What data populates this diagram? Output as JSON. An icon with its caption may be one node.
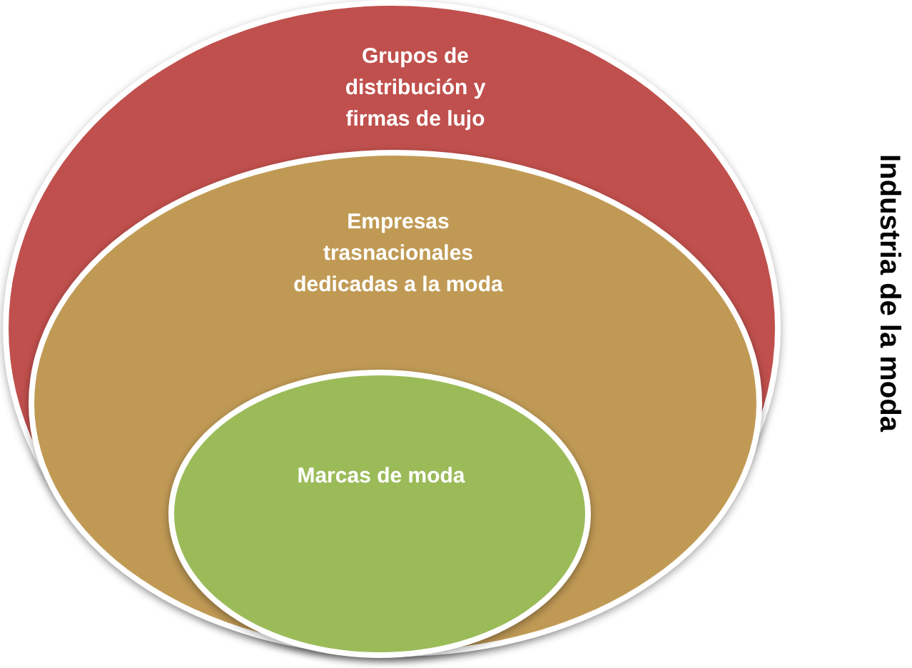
{
  "diagram": {
    "nodes": [
      {
        "text": [
          "Grupos de distribución y firmas de lujo"
        ]
      },
      {
        "text": [
          "Empresas trasnacionales dedicadas a la moda"
        ],
        "in": 0
      },
      {
        "text": [
          "Marcas de moda"
        ],
        "in": 1
      }
    ],
    "labels": [
      "Industria de la moda"
    ]
  }
}
